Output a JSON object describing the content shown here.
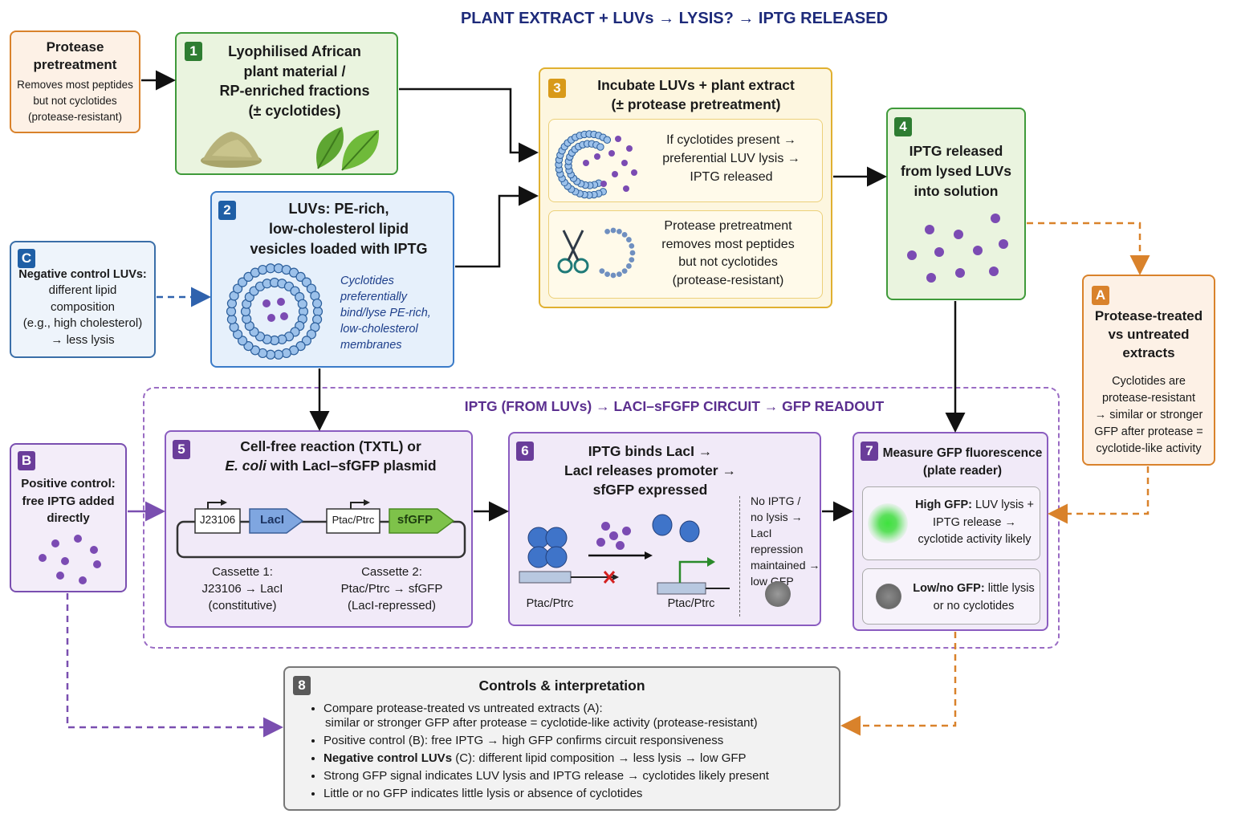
{
  "title": "PLANT EXTRACT + LUVs → LYSIS? → IPTG RELEASED",
  "protease_box": {
    "title": "Protease\npretreatment",
    "body": "Removes most peptides\nbut not cyclotides\n(protease-resistant)"
  },
  "step1": {
    "num": "1",
    "text": "Lyophilised African\nplant material /\nRP-enriched fractions\n(± cyclotides)"
  },
  "step2": {
    "num": "2",
    "text": "LUVs: PE-rich,\nlow-cholesterol lipid\nvesicles loaded with IPTG",
    "note": "Cyclotides\npreferentially\nbind/lyse PE-rich,\nlow-cholesterol\nmembranes"
  },
  "step3": {
    "num": "3",
    "title": "Incubate LUVs + plant extract\n(± protease pretreatment)",
    "sub1": "If cyclotides present →\npreferential LUV lysis →\nIPTG released",
    "sub2": "Protease pretreatment\nremoves most peptides\nbut not cyclotides\n(protease-resistant)"
  },
  "step4": {
    "num": "4",
    "text": "IPTG released\nfrom lysed LUVs\ninto solution"
  },
  "boxC": {
    "label": "C",
    "title": "Negative control LUVs:",
    "body": "different lipid\ncomposition\n(e.g., high cholesterol)\n→ less lysis"
  },
  "boxA": {
    "label": "A",
    "title": "Protease-treated\nvs untreated\nextracts",
    "body": "Cyclotides are\nprotease-resistant\n→ similar or stronger\nGFP after protease =\ncyclotide-like activity"
  },
  "boxB": {
    "label": "B",
    "text": "Positive control:\nfree IPTG added\ndirectly"
  },
  "circuit_title": "IPTG (FROM LUVs) → LACI–sFGFP CIRCUIT → GFP READOUT",
  "step5": {
    "num": "5",
    "title_line1": "Cell-free reaction (TXTL) or",
    "title_line2_italic": "E. coli",
    "title_line2_rest": " with LacI–sfGFP plasmid",
    "promoter1": "J23106",
    "gene1": "LacI",
    "promoter2": "Ptac/Ptrc",
    "gene2": "sfGFP",
    "cassette1": "Cassette 1:\nJ23106 → LacI\n(constitutive)",
    "cassette2": "Cassette 2:\nPtac/Ptrc → sfGFP\n(LacI-repressed)"
  },
  "step6": {
    "num": "6",
    "title": "IPTG binds LacI →\nLacI releases promoter →\nsfGFP expressed",
    "promoter_left": "Ptac/Ptrc",
    "promoter_right": "Ptac/Ptrc",
    "side": "No IPTG /\nno lysis →\nLacI repression\nmaintained →\nlow GFP"
  },
  "step7": {
    "num": "7",
    "title": "Measure GFP fluorescence\n(plate reader)",
    "high_bold": "High GFP:",
    "high_rest": " LUV lysis +\nIPTG release →\ncyclotide activity likely",
    "low_bold": "Low/no GFP:",
    "low_rest": " little lysis\nor no cyclotides"
  },
  "step8": {
    "num": "8",
    "title": "Controls & interpretation",
    "bullets": [
      "Compare protease-treated vs untreated extracts (A):",
      "Positive control (B): free IPTG → high GFP confirms circuit responsiveness",
      "Strong GFP signal indicates LUV lysis and IPTG release → cyclotides likely present",
      "Little or no GFP indicates little lysis or absence of cyclotides"
    ],
    "bullet1_cont": "similar or stronger GFP after protease = cyclotide-like activity (protease-resistant)",
    "bullet3_bold": "Negative control LUVs",
    "bullet3_rest": " (C): different lipid composition → less lysis → low GFP"
  },
  "colors": {
    "green": "#2e8b3e",
    "blue": "#1f5fa6",
    "yellow": "#e0b030",
    "orange": "#d9822b",
    "purple": "#6a3d9a",
    "gray": "#6b6b6b"
  }
}
